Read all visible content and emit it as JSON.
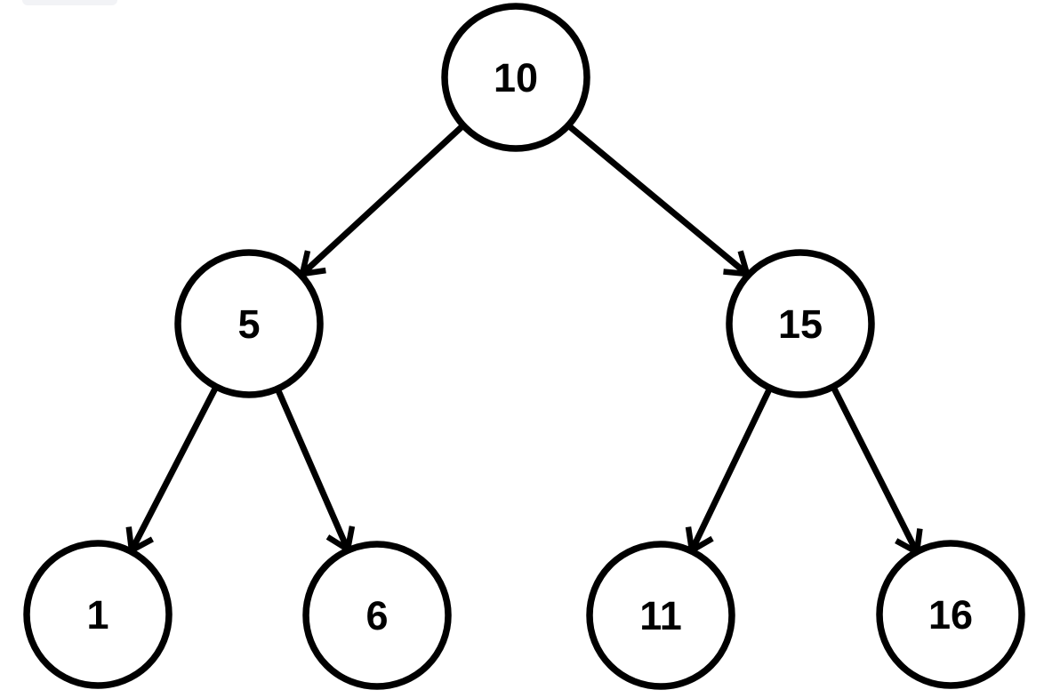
{
  "diagram": {
    "type": "binary-tree",
    "description": "Binary search tree with seven nodes drawn as circles connected by arrows from parent to child",
    "nodes": [
      {
        "id": "root",
        "value": "10",
        "level": 0
      },
      {
        "id": "left",
        "value": "5",
        "level": 1
      },
      {
        "id": "right",
        "value": "15",
        "level": 1
      },
      {
        "id": "left-left",
        "value": "1",
        "level": 2
      },
      {
        "id": "left-right",
        "value": "6",
        "level": 2
      },
      {
        "id": "right-left",
        "value": "11",
        "level": 2
      },
      {
        "id": "right-right",
        "value": "16",
        "level": 2
      }
    ],
    "edges": [
      {
        "from": "10",
        "to": "5"
      },
      {
        "from": "10",
        "to": "15"
      },
      {
        "from": "5",
        "to": "1"
      },
      {
        "from": "5",
        "to": "6"
      },
      {
        "from": "15",
        "to": "11"
      },
      {
        "from": "15",
        "to": "16"
      }
    ]
  },
  "colors": {
    "background": "#ffffff",
    "node_fill": "#ffffff",
    "stroke": "#000000",
    "text": "#000000",
    "artifact": "#f2f3f6"
  }
}
